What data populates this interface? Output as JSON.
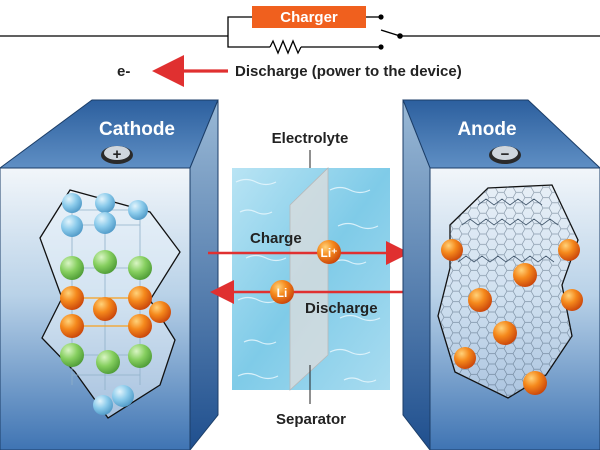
{
  "circuit": {
    "charger_label": "Charger",
    "electron_label": "e-",
    "discharge_caption": "Discharge (power to the device)"
  },
  "cathode": {
    "label": "Cathode",
    "terminal_sign": "+"
  },
  "anode": {
    "label": "Anode",
    "terminal_sign": "−"
  },
  "electrolyte": {
    "label": "Electrolyte",
    "separator_label": "Separator",
    "charge_label": "Charge",
    "discharge_label": "Discharge",
    "ion_charge_label": "Li⁺",
    "ion_discharge_label": "Li"
  },
  "colors": {
    "charger_box": "#f0601e",
    "arrow_red": "#e03030",
    "electrode_light": "#e4eef6",
    "electrode_dark": "#3f74b3",
    "electrolyte_water": "#8ecfe8",
    "atom_orange": "#f07a16",
    "atom_green": "#7ccb5a",
    "atom_blue": "#7cc3e6"
  }
}
